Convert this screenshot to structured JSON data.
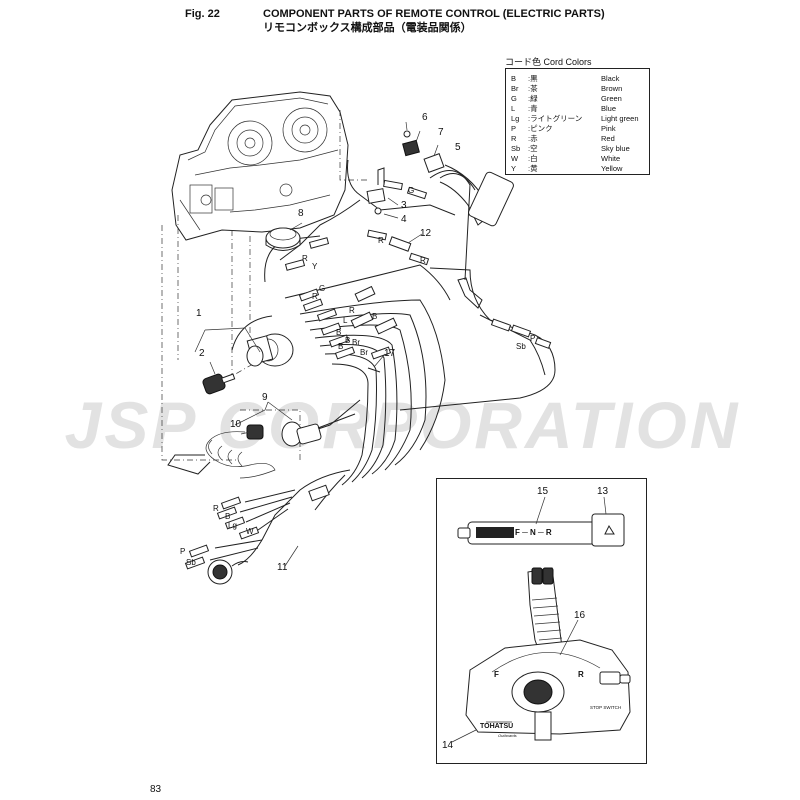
{
  "header": {
    "figure_label": "Fig. 22",
    "title_en": "COMPONENT PARTS OF REMOTE CONTROL (ELECTRIC PARTS)",
    "title_ja": "リモコンボックス構成部品（電装品関係）"
  },
  "legend": {
    "title": "コード色 Cord Colors",
    "rows": [
      {
        "code": "B",
        "ja": ":黒",
        "en": "Black"
      },
      {
        "code": "Br",
        "ja": ":茶",
        "en": "Brown"
      },
      {
        "code": "G",
        "ja": ":緑",
        "en": "Green"
      },
      {
        "code": "L",
        "ja": ":青",
        "en": "Blue"
      },
      {
        "code": "Lg",
        "ja": ":ライトグリーン",
        "en": "Light green"
      },
      {
        "code": "P",
        "ja": ":ピンク",
        "en": "Pink"
      },
      {
        "code": "R",
        "ja": ":赤",
        "en": "Red"
      },
      {
        "code": "Sb",
        "ja": ":空",
        "en": "Sky blue"
      },
      {
        "code": "W",
        "ja": ":白",
        "en": "White"
      },
      {
        "code": "Y",
        "ja": ":黄",
        "en": "Yellow"
      }
    ]
  },
  "callouts": {
    "c1": "1",
    "c2": "2",
    "c3": "3",
    "c4": "4",
    "c5": "5",
    "c6": "6",
    "c7": "7",
    "c8": "8",
    "c9": "9",
    "c10": "10",
    "c11": "11",
    "c12": "12",
    "c13": "13",
    "c14": "14",
    "c15": "15",
    "c16": "16",
    "c17": "17"
  },
  "wire_labels": {
    "g_top": "G",
    "r_mid": "R",
    "r_12": "R",
    "r_8a": "R",
    "y_8": "Y",
    "g_b": "G",
    "r_b": "R",
    "r_c": "R",
    "l_c": "L",
    "b_c": "B",
    "b_d": "B",
    "b_e": "B",
    "b_f": "B",
    "br_a": "Br",
    "br_b": "Br",
    "p_right": "P",
    "sb_right": "Sb",
    "r_low": "R",
    "b_low": "B",
    "lg_low": "Lg",
    "w_low": "W",
    "p_low": "P",
    "sb_low": "Sb"
  },
  "inset": {
    "gauge_letters": "F ─ N ─ R",
    "stop_switch_label": "STOP SWITCH",
    "brand": "TOHATSU",
    "brand_sub": "Outboards",
    "lever_f": "F",
    "lever_r": "R"
  },
  "watermark": "JSP CORPORATION",
  "footer": {
    "page_number": "83"
  }
}
